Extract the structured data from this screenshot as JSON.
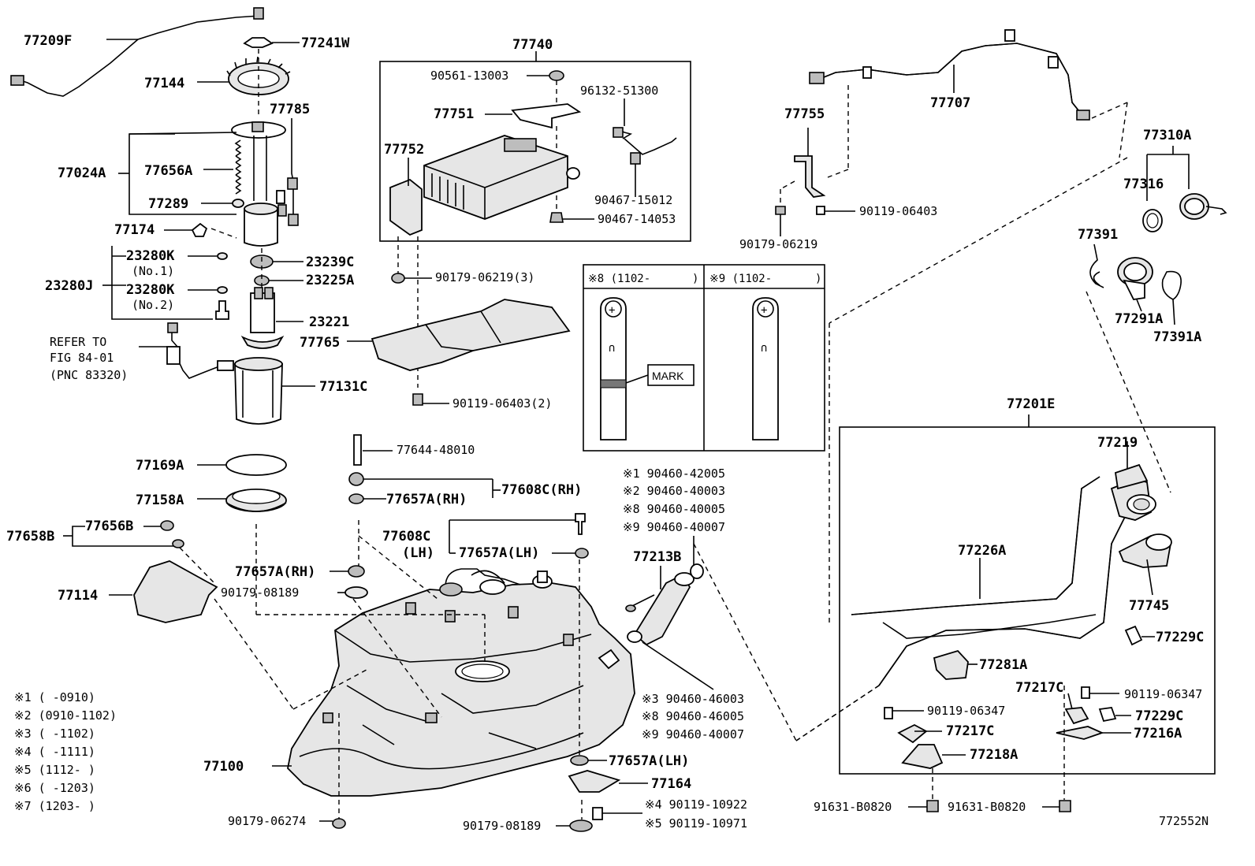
{
  "diagram": {
    "figure_code": "772552N",
    "labels": {
      "l77209F": "77209F",
      "l77241W": "77241W",
      "l77144": "77144",
      "l77785": "77785",
      "l77024A": "77024A",
      "l77656A": "77656A",
      "l77289": "77289",
      "l77174": "77174",
      "l23280K1": "23280K",
      "lNo1": "(No.1)",
      "l23280J": "23280J",
      "l23280K2": "23280K",
      "lNo2": "(No.2)",
      "l23239C": "23239C",
      "l23225A": "23225A",
      "l23221": "23221",
      "lRefer1": "REFER TO",
      "lRefer2": "FIG 84-01",
      "lRefer3": "(PNC 83320)",
      "l77131C": "77131C",
      "l77169A": "77169A",
      "l77158A": "77158A",
      "l77658B": "77658B",
      "l77656B": "77656B",
      "l77114": "77114",
      "l77740": "77740",
      "l90561": "90561-13003",
      "l96132": "96132-51300",
      "l77751": "77751",
      "l77752": "77752",
      "l90467a": "90467-15012",
      "l90467b": "90467-14053",
      "l90179c": "90179-06219(3)",
      "l77765": "77765",
      "l90119b": "90119-06403(2)",
      "l77644": "77644-48010",
      "l77657RH1": "77657A(RH)",
      "l77608RH": "77608C(RH)",
      "l77608LH": "77608C",
      "lLH": "(LH)",
      "l77657LH1": "77657A(LH)",
      "l77657RH2": "77657A(RH)",
      "l90179_08189a": "90179-08189",
      "l77100": "77100",
      "l90179_06274": "90179-06274",
      "l90179_08189b": "90179-08189",
      "l77657LH2": "77657A(LH)",
      "l77164": "77164",
      "l4_90119": "※4 90119-10922",
      "l5_90119": "※5 90119-10971",
      "l1_90460": "※1 90460-42005",
      "l2_90460": "※2 90460-40003",
      "l8_90460": "※8 90460-40005",
      "l9_90460": "※9 90460-40007",
      "l77213B": "77213B",
      "l3_90460b": "※3 90460-46003",
      "l8_90460b": "※8 90460-46005",
      "l9_90460b": "※9 90460-40007",
      "l77707": "77707",
      "l77755": "77755",
      "l90119_06403": "90119-06403",
      "l90179_06219": "90179-06219",
      "l77310A": "77310A",
      "l77316": "77316",
      "l77391": "77391",
      "l77291A": "77291A",
      "l77391A": "77391A",
      "l77201E": "77201E",
      "l77219": "77219",
      "l77226A": "77226A",
      "l77745": "77745",
      "l77229C1": "77229C",
      "l77281A": "77281A",
      "l77217C1": "77217C",
      "l90119_06347a": "90119-06347",
      "l90119_06347b": "90119-06347",
      "l77217C2": "77217C",
      "l77229C2": "77229C",
      "l77216A": "77216A",
      "l77218A": "77218A",
      "l91631a": "91631-B0820",
      "l91631b": "91631-B0820"
    },
    "inset": {
      "col1_header": "※8 (1102-",
      "col2_header": "※9 (1102-",
      "col1_close": ")",
      "col2_close": ")",
      "mark_label": "MARK",
      "plus": "+",
      "cap": "∩"
    },
    "notes": [
      "※1 (      -0910)",
      "※2 (0910-1102)",
      "※3 (      -1102)",
      "※4 (      -1111)",
      "※5 (1112-      )",
      "※6 (      -1203)",
      "※7 (1203-      )"
    ]
  }
}
